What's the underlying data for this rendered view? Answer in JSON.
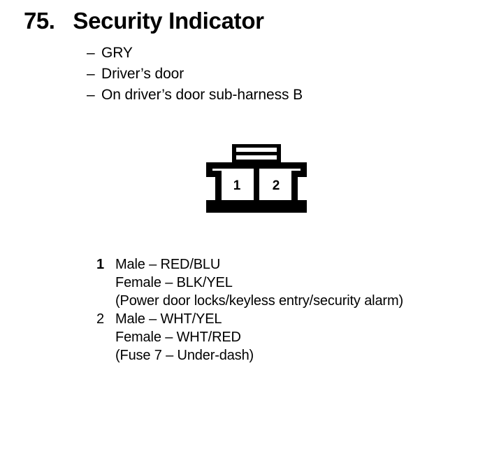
{
  "header": {
    "number": "75.",
    "title": "Security Indicator"
  },
  "attributes": {
    "dash": "–",
    "items": [
      {
        "label": "GRY"
      },
      {
        "label": "Driver’s door"
      },
      {
        "label": "On driver’s door sub-harness B"
      }
    ]
  },
  "connector": {
    "name": "2-pin-connector",
    "outline_color": "#000000",
    "fill_color": "#ffffff",
    "pins": [
      {
        "number": "1"
      },
      {
        "number": "2"
      }
    ]
  },
  "legend": {
    "entries": [
      {
        "pin": "1",
        "lines": [
          "Male – RED/BLU",
          "Female – BLK/YEL",
          "(Power door locks/keyless entry/security alarm)"
        ]
      },
      {
        "pin": "2",
        "lines": [
          "Male – WHT/YEL",
          "Female – WHT/RED",
          "(Fuse 7 – Under-dash)"
        ]
      }
    ]
  }
}
